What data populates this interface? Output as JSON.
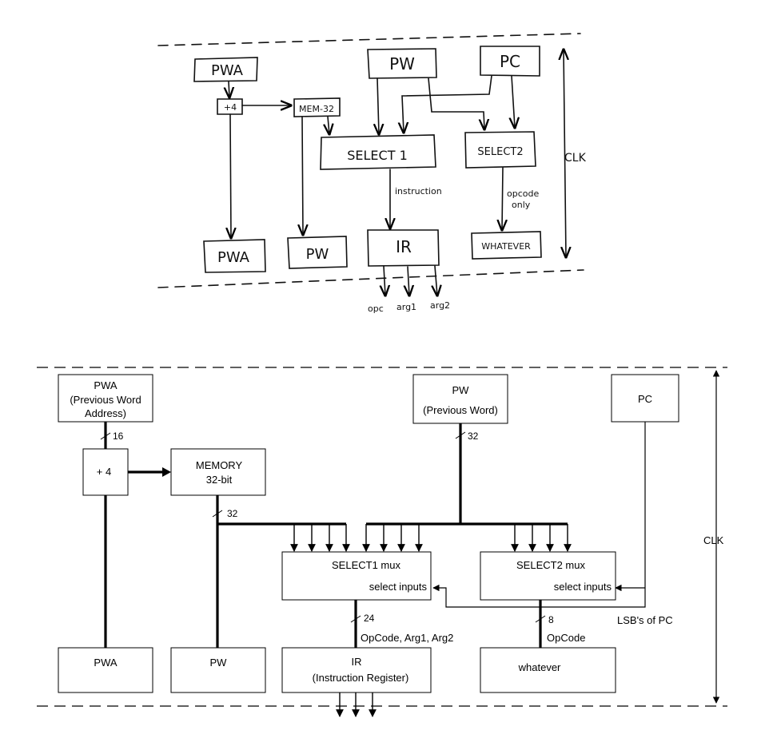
{
  "sketch": {
    "blocks": {
      "pwa_top": "PWA",
      "plus4": "+4",
      "mem32": "MEM-32",
      "pw_top": "PW",
      "pc_top": "PC",
      "select1": "SELECT 1",
      "select2": "SELECT2",
      "pwa_bottom": "PWA",
      "pw_bottom": "PW",
      "ir": "IR",
      "whatever": "WHATEVER"
    },
    "labels": {
      "instruction": "instruction",
      "opcode_only_1": "opcode",
      "opcode_only_2": "only",
      "clk": "CLK",
      "out_opc": "opc",
      "out_arg1": "arg1",
      "out_arg2": "arg2"
    }
  },
  "formal": {
    "blocks": {
      "pwa_top": [
        "PWA",
        "(Previous Word",
        "Address)"
      ],
      "pw_top": [
        "PW",
        "(Previous Word)"
      ],
      "pc_top": [
        "PC"
      ],
      "plus4": [
        "+ 4"
      ],
      "memory": [
        "MEMORY",
        "32-bit"
      ],
      "select1": [
        "SELECT1 mux",
        "select inputs"
      ],
      "select2": [
        "SELECT2 mux",
        "select inputs"
      ],
      "pwa_bottom": [
        "PWA"
      ],
      "pw_bottom": [
        "PW"
      ],
      "ir": [
        "IR",
        "(Instruction Register)"
      ],
      "whatever": [
        "whatever"
      ]
    },
    "widths": {
      "pwa": "16",
      "pw": "32",
      "memory": "32",
      "select1_out": "24",
      "select2_out": "8"
    },
    "labels": {
      "select1_out": "OpCode, Arg1, Arg2",
      "select2_out": "OpCode",
      "lsb": "LSB's of PC",
      "clk": "CLK"
    }
  }
}
